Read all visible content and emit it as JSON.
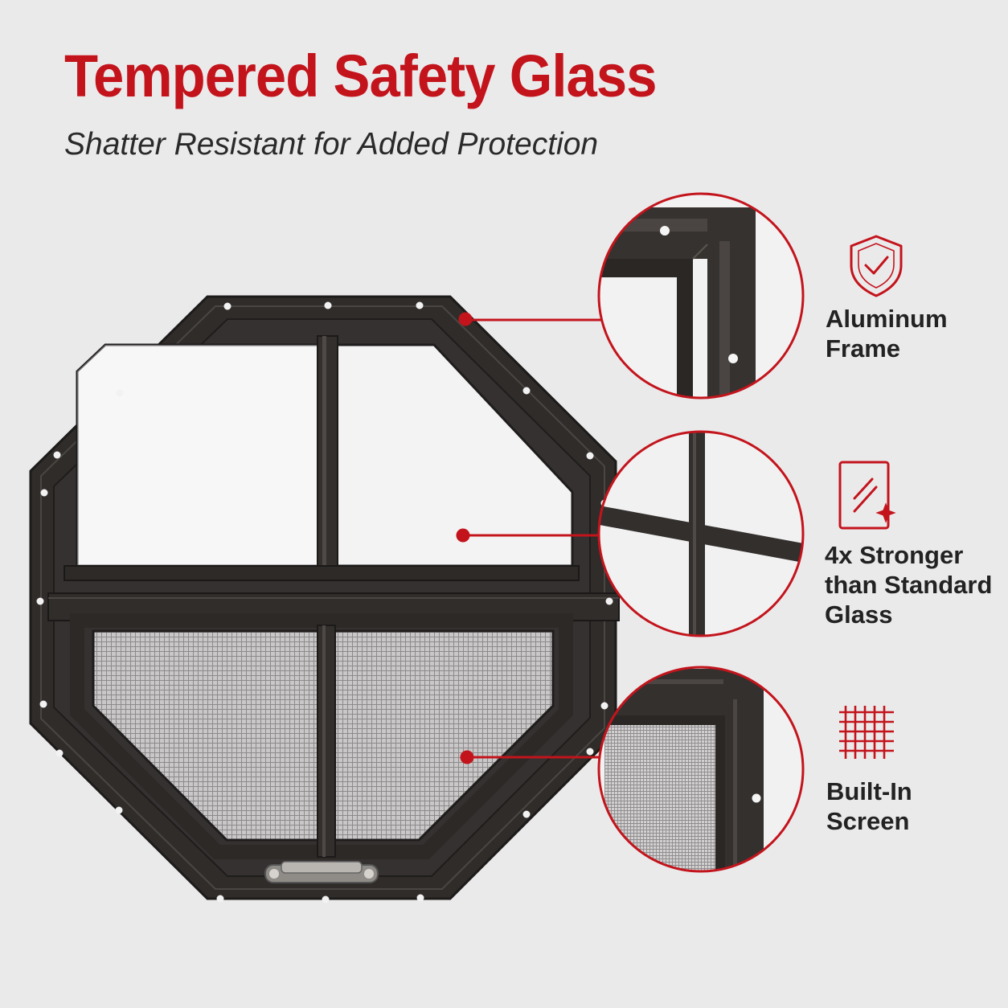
{
  "header": {
    "title": "Tempered Safety Glass",
    "subtitle": "Shatter Resistant for Added Protection"
  },
  "colors": {
    "accent": "#c3141c",
    "frame": "#2e2b29",
    "background": "#ebeaeb"
  },
  "features": [
    {
      "icon": "shield-check-icon",
      "lines": [
        "Aluminum",
        "Frame"
      ]
    },
    {
      "icon": "glass-pane-icon",
      "lines": [
        "4x Stronger",
        "than Standard",
        "Glass"
      ]
    },
    {
      "icon": "mesh-grid-icon",
      "lines": [
        "Built-In",
        "Screen"
      ]
    }
  ]
}
